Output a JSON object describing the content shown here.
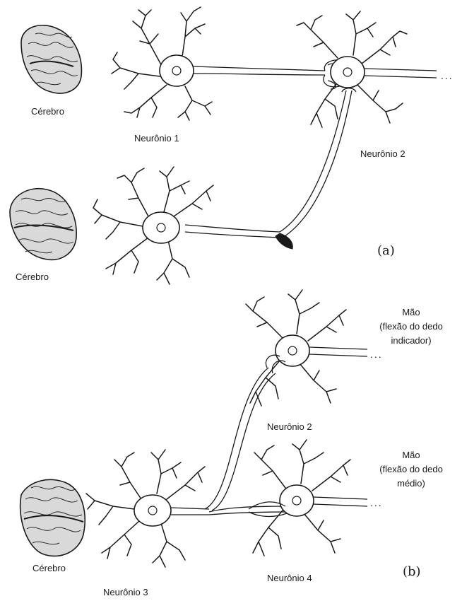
{
  "labels": {
    "brain_1": "Cérebro",
    "brain_2": "Cérebro",
    "brain_3": "Cérebro",
    "neuron_1": "Neurônio 1",
    "neuron_2_top": "Neurônio 2",
    "neuron_2_bottom": "Neurônio 2",
    "neuron_3": "Neurônio 3",
    "neuron_4": "Neurônio 4",
    "target_index_line1": "Mão",
    "target_index_line2": "(flexão do dedo",
    "target_index_line3": "indicador)",
    "target_middle_line1": "Mão",
    "target_middle_line2": "(flexão do dedo",
    "target_middle_line3": "médio)",
    "panel_a": "(a)",
    "panel_b": "(b)"
  }
}
